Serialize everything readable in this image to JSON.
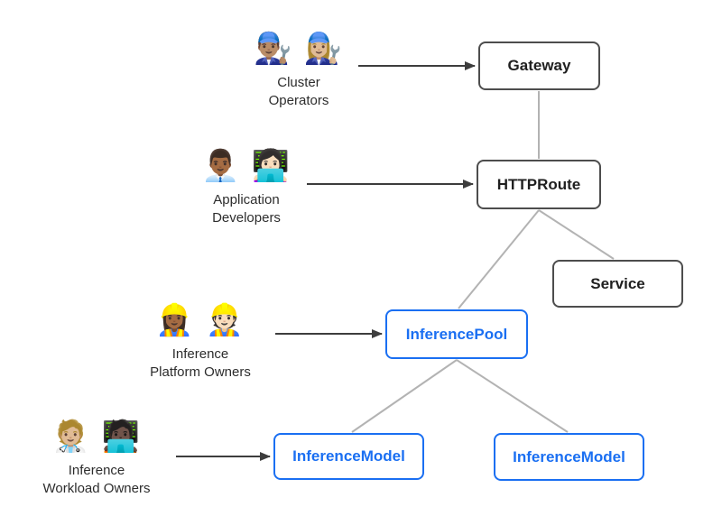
{
  "personas": [
    {
      "emojis": "👨🏽‍🔧 👩🏼‍🔧",
      "label": "Cluster\nOperators"
    },
    {
      "emojis": "👨🏾‍💼 👩🏻‍💻",
      "label": "Application\nDevelopers"
    },
    {
      "emojis": "👷🏾‍♀️ 👷🏻",
      "label": "Inference\nPlatform Owners"
    },
    {
      "emojis": "🧑🏼‍⚕️ 🧑🏿‍💻",
      "label": "Inference\nWorkload Owners"
    }
  ],
  "nodes": {
    "gateway": {
      "label": "Gateway"
    },
    "httproute": {
      "label": "HTTPRoute"
    },
    "service": {
      "label": "Service"
    },
    "inference_pool": {
      "label": "InferencePool"
    },
    "inference_model_left": {
      "label": "InferenceModel"
    },
    "inference_model_right": {
      "label": "InferenceModel"
    }
  },
  "colors": {
    "standard_border": "#4d4d4d",
    "standard_text": "#1f1f1f",
    "inference_blue": "#1a6ff2",
    "edge_gray": "#b3b3b3",
    "arrow_dark": "#3d3d3d",
    "persona_text": "#2d2d2d",
    "background": "#ffffff"
  }
}
